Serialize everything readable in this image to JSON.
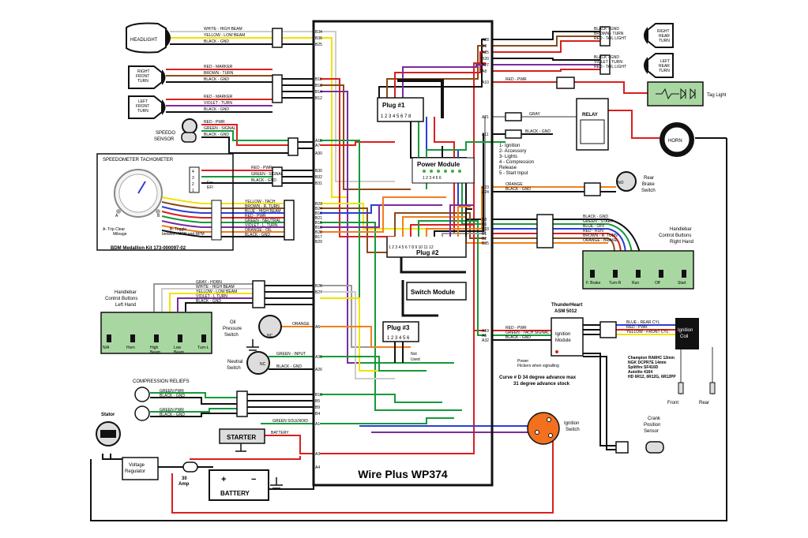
{
  "title": "Wire Plus WP374",
  "components": {
    "headlight": "HEADLIGHT",
    "right_front_turn": [
      "RIGHT",
      "FRONT",
      "TURN"
    ],
    "left_front_turn": [
      "LEFT",
      "FRONT",
      "TURN"
    ],
    "speedo_sensor": [
      "SPEEDO",
      "SENSOR"
    ],
    "right_rear_turn": [
      "RIGHT",
      "REAR",
      "TURN"
    ],
    "left_rear_turn": [
      "LEFT",
      "REAR",
      "TURN"
    ],
    "tag_light": "Tag Light",
    "relay": "RELAY",
    "horn": "HORN",
    "rear_brake_switch": [
      "Rear",
      "Brake",
      "Switch"
    ],
    "nc": "NC",
    "no": "NO",
    "handlebar_right": [
      "Handlebar",
      "Control Buttons",
      "Right Hand"
    ],
    "handlebar_right_buttons": [
      "F. Brake",
      "Turn-R",
      "Run",
      "Off",
      "Start"
    ],
    "handlebar_left": [
      "Handlebar",
      "Control Buttons",
      "Left Hand"
    ],
    "handlebar_left_buttons": [
      "N/A",
      "Horn",
      "High",
      "Low",
      "Turn-L"
    ],
    "handlebar_left_buttons_2": [
      "",
      "",
      "Beam",
      "Beam",
      ""
    ],
    "oil_pressure_switch": [
      "Oil",
      "Pressure",
      "Switch"
    ],
    "neutral_switch": [
      "Neutral",
      "Switch"
    ],
    "compression_reliefs": "COMPRESSION RELIEFS",
    "stator": "Stator",
    "voltage_regulator": [
      "Voltage",
      "Regulator"
    ],
    "amp_30": [
      "30",
      "Amp"
    ],
    "starter": "STARTER",
    "battery": "BATTERY",
    "ignition_switch": [
      "Ignition",
      "Switch"
    ],
    "crank_sensor": [
      "Crank",
      "Position",
      "Sensor"
    ],
    "ignition_coil": [
      "Ignition",
      "Coil"
    ],
    "front": "Front",
    "rear": "Rear",
    "thunderheart": [
      "ThunderHeart",
      "ASM 5012"
    ],
    "ignition_module": [
      "Ignition",
      "Module"
    ],
    "power_flickers": [
      "Power",
      "Flickers when signalling"
    ],
    "curve_note": [
      "Curve # D 34 degree advance max",
      "31 degree advance stock"
    ],
    "spark_plugs": [
      "Champion RA8HC 12mm",
      "NGK DCPR7E 14mm",
      "Splitfire SF416D",
      "Autolite 4164",
      "HD 6R12, 6R12G, 6R12PP"
    ]
  },
  "speedometer": {
    "title": "SPEEDOMETER  TACHOMETER",
    "for_efi": [
      "For",
      "EFI"
    ],
    "pins": [
      "4",
      "3",
      "2",
      "1"
    ],
    "note_a": [
      "A- Trip Clear",
      "Mileage"
    ],
    "note_b": [
      "B- Toggle",
      "between MPH and RPM"
    ],
    "kit": "BDM Medallion Kit 173-000097-02",
    "a": "A",
    "b": "B"
  },
  "modules": {
    "plug1": "Plug #1",
    "plug1_pins": "1 2 3 4 5 6 7 8",
    "plug2": "Plug #2",
    "plug2_pins": "1 2 3 4 5 6 7 8 9 10 11 12",
    "plug3": "Plug #3",
    "plug3_pins": "1 2 3 4 5 6",
    "not_used": [
      "Not",
      "Used"
    ],
    "power_module": "Power Module",
    "power_pins": "1   2   3   4   5   6",
    "switch_module": "Switch Module",
    "power_legend": [
      "1- Ignition",
      "2- Accessory",
      "3- Lights",
      "4 - Compression",
      "Release",
      "5 - Start Input"
    ]
  },
  "wires_left": {
    "headlight": [
      "WHITE - HIGH BEAM",
      "YELLOW - LOW BEAM",
      "BLACK - GND"
    ],
    "rf_turn": [
      "RED - MARKER",
      "BROWN - TURN",
      "BLACK - GND"
    ],
    "lf_turn": [
      "RED - MARKER",
      "VIOLET - TURN",
      "BLACK - GND"
    ],
    "speedo": [
      "RED - PWR",
      "GREEN - SIGNAL",
      "BLACK - GND"
    ],
    "efi": [
      "RED - PWR",
      "GREEN - SIGNAL",
      "BLACK - GND"
    ],
    "gauge": [
      "YELLOW - TACH",
      "BROWN - R. TURN",
      "BLUE - HIGH BEAM",
      "RED - PWR",
      "GREEN - NEUTRAL",
      "VIOLET - L. TURN",
      "ORANGE - OIL",
      "BLACK - GND"
    ],
    "left_hand": [
      "GRAY - HORN",
      "WHITE - HIGH BEAM",
      "YELLOW - LOW BEAM",
      "VIOLET - L TURN",
      "BLACK - GND"
    ],
    "oil": "ORANGE",
    "neutral": [
      "GREEN - INPUT",
      "BLACK - GND"
    ],
    "comp1": [
      "GREEN PWR",
      "BLACK - GND"
    ],
    "comp2": [
      "GREEN PWR",
      "BLACK - GND"
    ],
    "solenoid": "GREEN SOLENOID",
    "battery_wire": "BATTERY"
  },
  "wires_right": {
    "rr_turn": [
      "BLACK - GND",
      "BROWN - TURN",
      "RED - TAIL LIGHT"
    ],
    "lr_turn": [
      "BLACK - GND",
      "VIOLET - TURN",
      "RED - TAIL LIGHT"
    ],
    "tag": "RED - PWR",
    "horn_gray": "GRAY",
    "horn_black": "BLACK - GND",
    "brake": [
      "ORANGE",
      "BLACK - GND"
    ],
    "right_hand": [
      "BLACK - GND",
      "GREEN - START",
      "BLUE - OFF",
      "RED - RUN",
      "BROWN - R. TURN",
      "ORANGE - BRAKE"
    ],
    "ign_module": [
      "RED - PWR",
      "GREEN - TACH SIGNAL",
      "BLACK - GND"
    ],
    "coil": [
      "BLUE - REAR CYL",
      "RED - PWR",
      "YELLOW - FRONT CYL"
    ]
  },
  "pins_left": [
    "B34",
    "B36",
    "B25",
    "B11",
    "B13",
    "B14",
    "B12",
    "A15",
    "A7",
    "A30",
    "B30",
    "B32",
    "B31",
    "B23",
    "B24",
    "B16",
    "B21",
    "B15",
    "B19",
    "B28",
    "B17",
    "B29",
    "B26",
    "B27",
    "A6",
    "A31",
    "A26",
    "B10",
    "B5",
    "B9",
    "B4",
    "A1",
    "A3",
    "A4"
  ],
  "pins_right": [
    "A28",
    "B3",
    "A25",
    "B20",
    "A27",
    "A8",
    "A10",
    "A21",
    "A11",
    "A23",
    "A24",
    "B8",
    "B6",
    "B33",
    "B1",
    "B2",
    "B35",
    "A19",
    "A5",
    "A32"
  ],
  "colors": {
    "red": "#d9201f",
    "black": "#111111",
    "green": "#159a3a",
    "yellow": "#f2e200",
    "blue": "#2b3fd6",
    "violet": "#7a2c9e",
    "brown": "#8b4a1a",
    "orange": "#f07f1e",
    "gray": "#9a9a9a",
    "light_green": "#a9d7a2",
    "ign_switch": "#f2701e"
  }
}
